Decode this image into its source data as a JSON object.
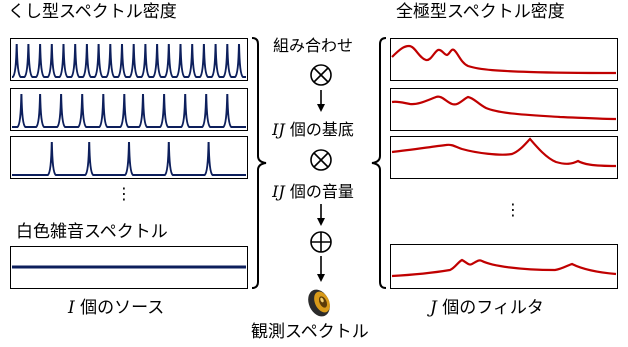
{
  "left": {
    "title": "くし型スペクトル密度",
    "white_noise_title": "白色雑音スペクトル",
    "count_label": "I",
    "count_suffix": " 個のソース",
    "comb_peaks": [
      [
        0.02,
        0.07,
        0.12,
        0.17,
        0.22,
        0.27,
        0.32,
        0.37,
        0.42,
        0.47,
        0.52,
        0.57,
        0.62,
        0.67,
        0.72,
        0.77,
        0.82,
        0.87,
        0.92,
        0.97
      ],
      [
        0.04,
        0.12,
        0.21,
        0.3,
        0.39,
        0.48,
        0.56,
        0.65,
        0.74,
        0.83,
        0.92
      ],
      [
        0.17,
        0.33,
        0.5,
        0.67,
        0.84
      ]
    ],
    "ellipsis": "⋮"
  },
  "center": {
    "combination": "組み合わせ",
    "basis_prefix": "IJ",
    "basis_suffix": " 個の基底",
    "volume_prefix": "IJ",
    "volume_suffix": " 個の音量",
    "observed": "観測スペクトル",
    "icons": [
      "otimes-icon",
      "otimes-icon",
      "oplus-icon",
      "speaker-icon"
    ]
  },
  "right": {
    "title": "全極型スペクトル密度",
    "count_label": "J",
    "count_suffix": " 個のフィルタ",
    "ellipsis": "⋮"
  },
  "colors": {
    "comb": "#0d1f5c",
    "noise": "#0d1f5c",
    "filter": "#c00000",
    "frame": "#000000"
  }
}
